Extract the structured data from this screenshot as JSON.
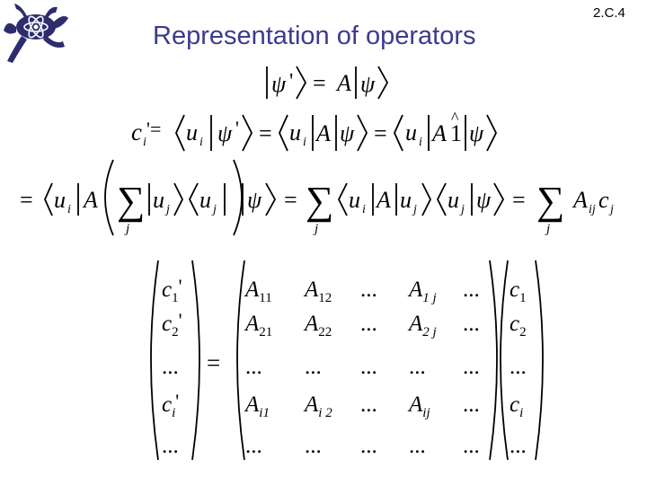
{
  "slide": {
    "title": "Representation of operators",
    "number": "2.C.4"
  },
  "logo": {
    "icon": "lizard-atom-logo",
    "color": "#2d2d6e"
  },
  "matrix": {
    "lhs": [
      [
        "c",
        "1",
        "'"
      ],
      [
        "c",
        "2",
        "'"
      ],
      [
        "...",
        "",
        ""
      ],
      [
        "c",
        "i",
        "'"
      ],
      [
        "...",
        "",
        ""
      ]
    ],
    "A": [
      [
        [
          "A",
          "11"
        ],
        [
          "A",
          "12"
        ],
        [
          "...",
          ""
        ],
        [
          "A",
          "1 j"
        ],
        [
          "...",
          ""
        ]
      ],
      [
        [
          "A",
          "21"
        ],
        [
          "A",
          "22"
        ],
        [
          "...",
          ""
        ],
        [
          "A",
          "2 j"
        ],
        [
          "...",
          ""
        ]
      ],
      [
        [
          "...",
          ""
        ],
        [
          "...",
          ""
        ],
        [
          "...",
          ""
        ],
        [
          "...",
          ""
        ],
        [
          "...",
          ""
        ]
      ],
      [
        [
          "A",
          "i1"
        ],
        [
          "A",
          "i 2"
        ],
        [
          "...",
          ""
        ],
        [
          "A",
          "ij"
        ],
        [
          "...",
          ""
        ]
      ],
      [
        [
          "...",
          ""
        ],
        [
          "...",
          ""
        ],
        [
          "...",
          ""
        ],
        [
          "...",
          ""
        ],
        [
          "...",
          ""
        ]
      ]
    ],
    "rhs": [
      [
        "c",
        "1"
      ],
      [
        "c",
        "2"
      ],
      [
        "...",
        ""
      ],
      [
        "c",
        "i"
      ],
      [
        "...",
        ""
      ]
    ]
  }
}
